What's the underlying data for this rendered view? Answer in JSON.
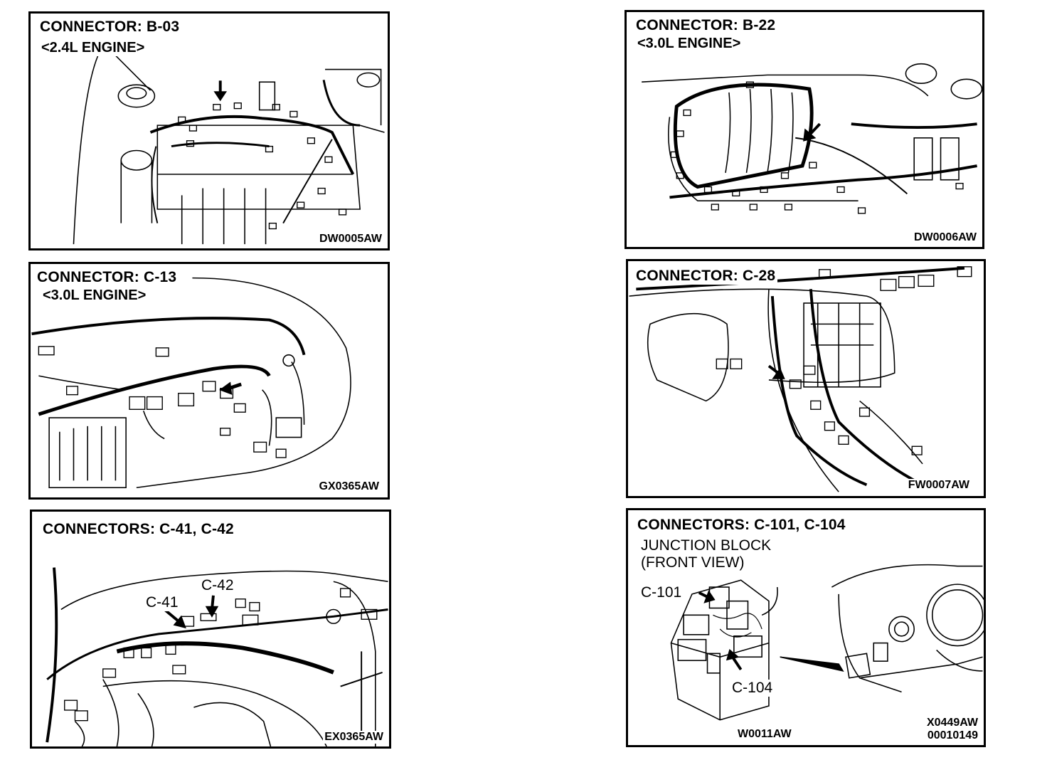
{
  "panels": {
    "b03": {
      "title": "CONNECTOR:  B-03",
      "subtitle": "<2.4L ENGINE>",
      "code": "DW0005AW"
    },
    "b22": {
      "title": "CONNECTOR:  B-22",
      "subtitle": "<3.0L ENGINE>",
      "code": "DW0006AW"
    },
    "c13": {
      "title": "CONNECTOR:  C-13",
      "subtitle": "<3.0L ENGINE>",
      "code": "GX0365AW"
    },
    "c28": {
      "title": "CONNECTOR:  C-28",
      "code": "FW0007AW"
    },
    "c41": {
      "title": "CONNECTORS:  C-41,  C-42",
      "label_c41": "C-41",
      "label_c42": "C-42",
      "code": "EX0365AW"
    },
    "c101": {
      "title": "CONNECTORS:  C-101,  C-104",
      "junction_line1": "JUNCTION BLOCK",
      "junction_line2": "(FRONT VIEW)",
      "label_c101": "C-101",
      "label_c104": "C-104",
      "code_left": "W0011AW",
      "code_right_1": "X0449AW",
      "code_right_2": "00010149"
    }
  }
}
